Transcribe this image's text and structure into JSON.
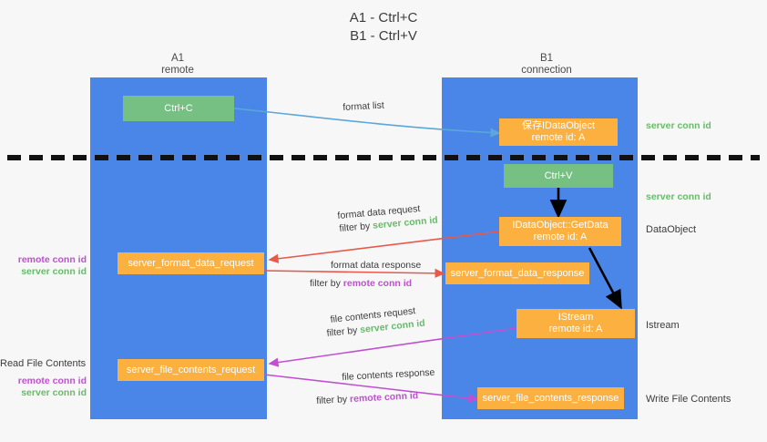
{
  "title": {
    "line1": "A1 - Ctrl+C",
    "line2": "B1 - Ctrl+V"
  },
  "columns": [
    {
      "name": "A1",
      "sub": "remote"
    },
    {
      "name": "B1",
      "sub": "connection"
    }
  ],
  "nodes": {
    "ctrl_c": "Ctrl+C",
    "save_idataobject": "保存IDataObject\nremote id: A",
    "ctrl_v": "Ctrl+V",
    "getdata": "IDataObject::GetData\nremote id: A",
    "istream": "IStream\nremote id: A",
    "server_format_data_request": "server_format_data_request",
    "server_format_data_response": "server_format_data_response",
    "server_file_contents_request": "server_file_contents_request",
    "server_file_contents_response": "server_file_contents_response"
  },
  "edge_labels": {
    "format_list": "format list",
    "format_data_request": "format data request",
    "format_data_request_filter_prefix": "filter by ",
    "format_data_request_filter_value": "server conn id",
    "format_data_response": "format data response",
    "format_data_response_filter_prefix": "filter by ",
    "format_data_response_filter_value": "remote conn id",
    "file_contents_request": "file contents request",
    "file_contents_request_filter_prefix": "filter by ",
    "file_contents_request_filter_value": "server conn id",
    "file_contents_response": "file contents response",
    "file_contents_response_filter_prefix": "filter by ",
    "file_contents_response_filter_value": "remote conn id"
  },
  "right_labels": {
    "server_conn_id_top": "server conn id",
    "server_conn_id_mid": "server conn id",
    "dataobject": "DataObject",
    "istream": "Istream",
    "write_file_contents": "Write File Contents"
  },
  "left_labels": {
    "remote_conn_id_1": "remote conn id",
    "server_conn_id_1": "server conn id",
    "read_file_contents": "Read File Contents",
    "remote_conn_id_2": "remote conn id",
    "server_conn_id_2": "server conn id"
  },
  "colors": {
    "lane": "#4a86e8",
    "green_node": "#76c084",
    "orange_node": "#fbb040",
    "blue_arrow": "#5ba7d9",
    "red_arrow": "#e8594a",
    "magenta_arrow": "#c050d0",
    "black_arrow": "#000000",
    "green_text": "#67bb6a",
    "magenta_text": "#c050d0",
    "divider": "#111111",
    "background": "#f7f7f7"
  }
}
